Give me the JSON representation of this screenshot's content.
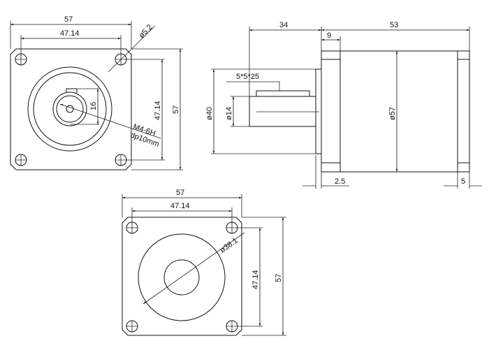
{
  "front_view": {
    "width": "57",
    "hole_spacing_h": "47.14",
    "hole_diameter": "ø5.2",
    "key_height": "16",
    "hole_spacing_v": "47.14",
    "height": "57",
    "thread_spec": "M4-6H",
    "thread_depth": "dp10mm"
  },
  "side_view": {
    "shaft_length": "34",
    "body_length": "53",
    "flange_thickness": "9",
    "key_spec": "5*5*25",
    "boss_diameter": "ø40",
    "shaft_diameter": "ø14",
    "body_diameter": "ø57",
    "boss_height": "2.5",
    "rear_ring": "5"
  },
  "rear_view": {
    "width": "57",
    "hole_spacing_h": "47.14",
    "circle_diameter": "ø38.1",
    "hole_spacing_v": "47.14",
    "height": "57"
  }
}
